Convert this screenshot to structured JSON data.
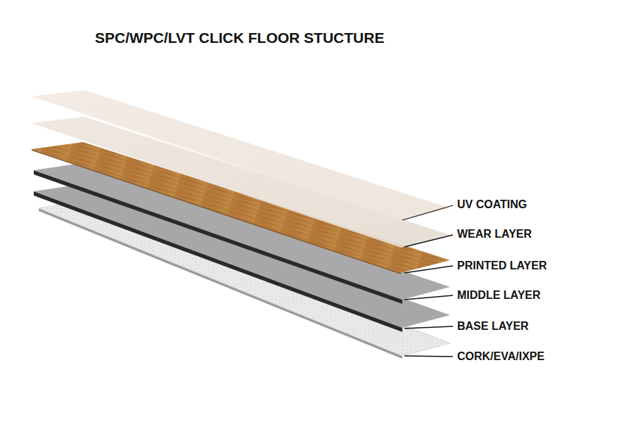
{
  "diagram": {
    "title": "SPC/WPC/LVT CLICK FLOOR STUCTURE",
    "labels": [
      "UV COATING",
      "WEAR LAYER",
      "PRINTED LAYER",
      "MIDDLE LAYER",
      "BASE LAYER",
      "CORK/EVA/IXPE"
    ]
  }
}
